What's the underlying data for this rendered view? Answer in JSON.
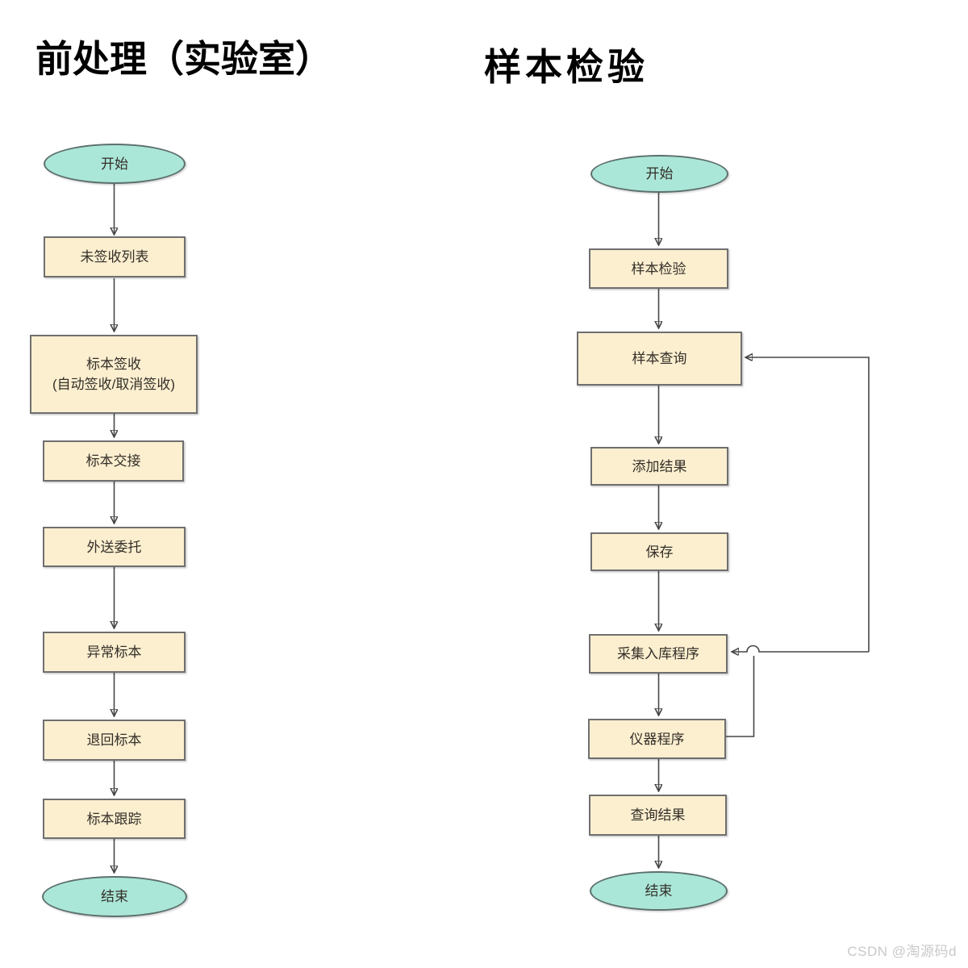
{
  "page": {
    "background": "#ffffff",
    "watermark": "CSDN @淘源码d"
  },
  "colors": {
    "ellipse_fill": "#abe7d8",
    "ellipse_border": "#5c706d",
    "rect_fill": "#fcefd0",
    "rect_border": "#6f6f6f",
    "connector": "#474747",
    "title_text": "#000000",
    "node_text": "#332f28",
    "watermark_text": "#c9c9c9"
  },
  "flowcharts": [
    {
      "title": "前处理（实验室）",
      "nodes": [
        {
          "shape": "ellipse",
          "label": "开始"
        },
        {
          "shape": "rect",
          "label": "未签收列表"
        },
        {
          "shape": "rect",
          "label": "标本签收",
          "label2": "(自动签收/取消签收)"
        },
        {
          "shape": "rect",
          "label": "标本交接"
        },
        {
          "shape": "rect",
          "label": "外送委托"
        },
        {
          "shape": "rect",
          "label": "异常标本"
        },
        {
          "shape": "rect",
          "label": "退回标本"
        },
        {
          "shape": "rect",
          "label": "标本跟踪"
        },
        {
          "shape": "ellipse",
          "label": "结束"
        }
      ]
    },
    {
      "title": "样本检验",
      "nodes": [
        {
          "shape": "ellipse",
          "label": "开始"
        },
        {
          "shape": "rect",
          "label": "样本检验"
        },
        {
          "shape": "rect",
          "label": "样本查询"
        },
        {
          "shape": "rect",
          "label": "添加结果"
        },
        {
          "shape": "rect",
          "label": "保存"
        },
        {
          "shape": "rect",
          "label": "采集入库程序"
        },
        {
          "shape": "rect",
          "label": "仪器程序"
        },
        {
          "shape": "rect",
          "label": "查询结果"
        },
        {
          "shape": "ellipse",
          "label": "结束"
        }
      ]
    }
  ]
}
